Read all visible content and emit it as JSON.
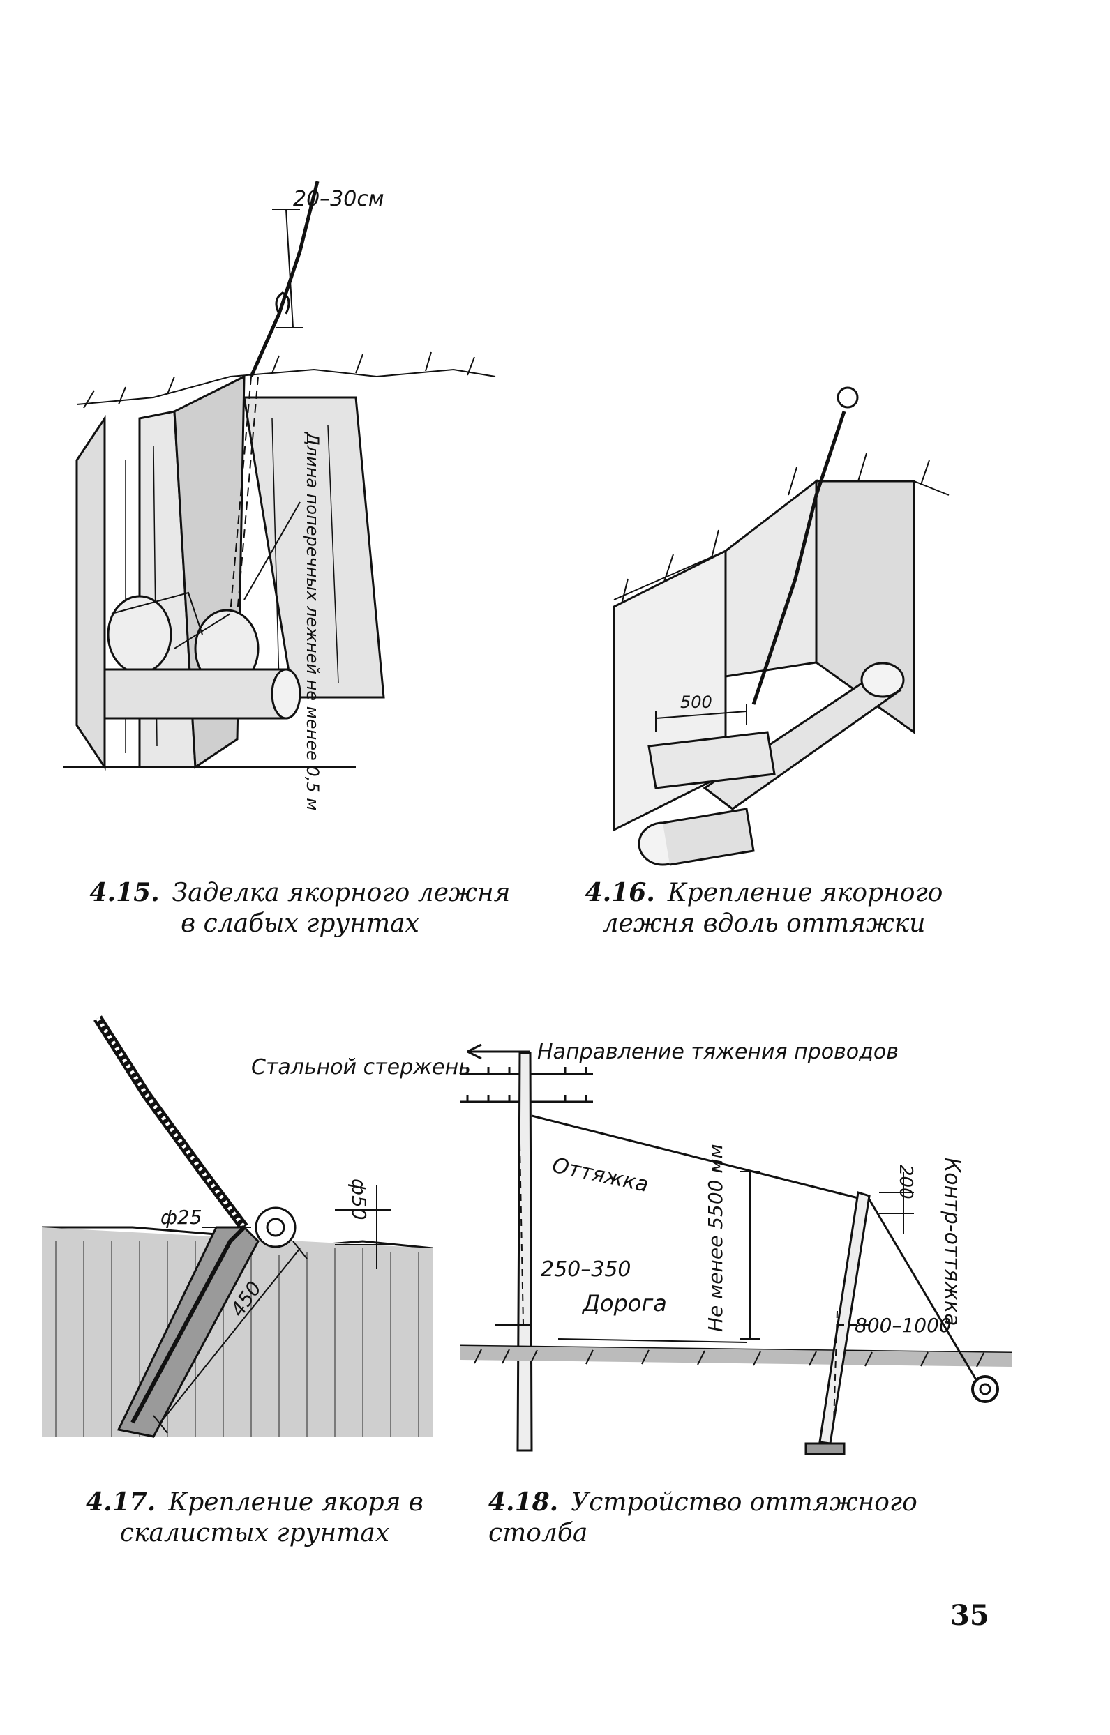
{
  "figures": [
    {
      "number": "4.15.",
      "caption": "Заделка якорного лежня в слабых грунтах",
      "labels": {
        "cable_offset": "20–30см",
        "crossbar_length": "Длина поперечных лежней не менее 0,5 м"
      }
    },
    {
      "number": "4.16.",
      "caption": "Крепление якорного лежня вдоль оттяжки",
      "labels": {
        "dimension": "500"
      }
    },
    {
      "number": "4.17.",
      "caption": "Крепление якоря в скалистых грунтах",
      "labels": {
        "steel_rod": "Стальной стержень",
        "diameter_small": "ф25",
        "diameter_large": "ф50",
        "length": "450"
      }
    },
    {
      "number": "4.18.",
      "caption": "Устройство оттяжного столба",
      "labels": {
        "pull_direction": "Направление тяжения проводов",
        "guy_wire": "Оттяжка",
        "road": "Дорога",
        "offset": "250–350",
        "min_height": "Не менее 5500 мм",
        "top_offset": "200",
        "base_offset": "800–1000",
        "counter_guy": "Контр-оттяжка"
      }
    }
  ],
  "page_number": "35"
}
